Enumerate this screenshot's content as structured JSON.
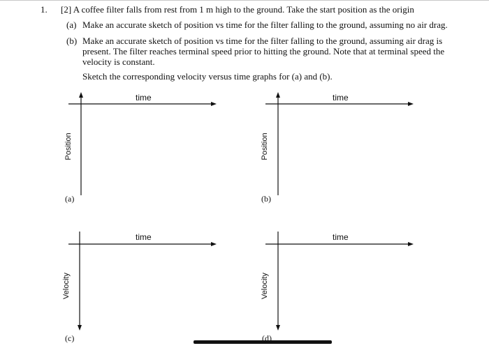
{
  "question": {
    "number": "1.",
    "text": "[2] A coffee filter falls from rest from 1 m high to the ground.  Take the start position as the origin",
    "parts": [
      {
        "label": "(a)",
        "lines": [
          "Make an accurate sketch of position vs time for the filter falling to the ground, assuming no air drag."
        ]
      },
      {
        "label": "(b)",
        "lines": [
          "Make an accurate sketch of position vs time for the filter falling to the ground, assuming air drag is",
          "present.  The filter reaches terminal speed prior to hitting the ground.  Note that at terminal speed the",
          "velocity is constant."
        ]
      }
    ],
    "sketch_instruction": "Sketch the corresponding velocity versus time graphs for (a) and (b)."
  },
  "graphs": [
    {
      "tag": "(a)",
      "x_label": "time",
      "y_label": "Position"
    },
    {
      "tag": "(b)",
      "x_label": "time",
      "y_label": "Position"
    },
    {
      "tag": "(c)",
      "x_label": "time",
      "y_label": "Velocity"
    },
    {
      "tag": "(d)",
      "x_label": "time",
      "y_label": "Velocity"
    }
  ]
}
